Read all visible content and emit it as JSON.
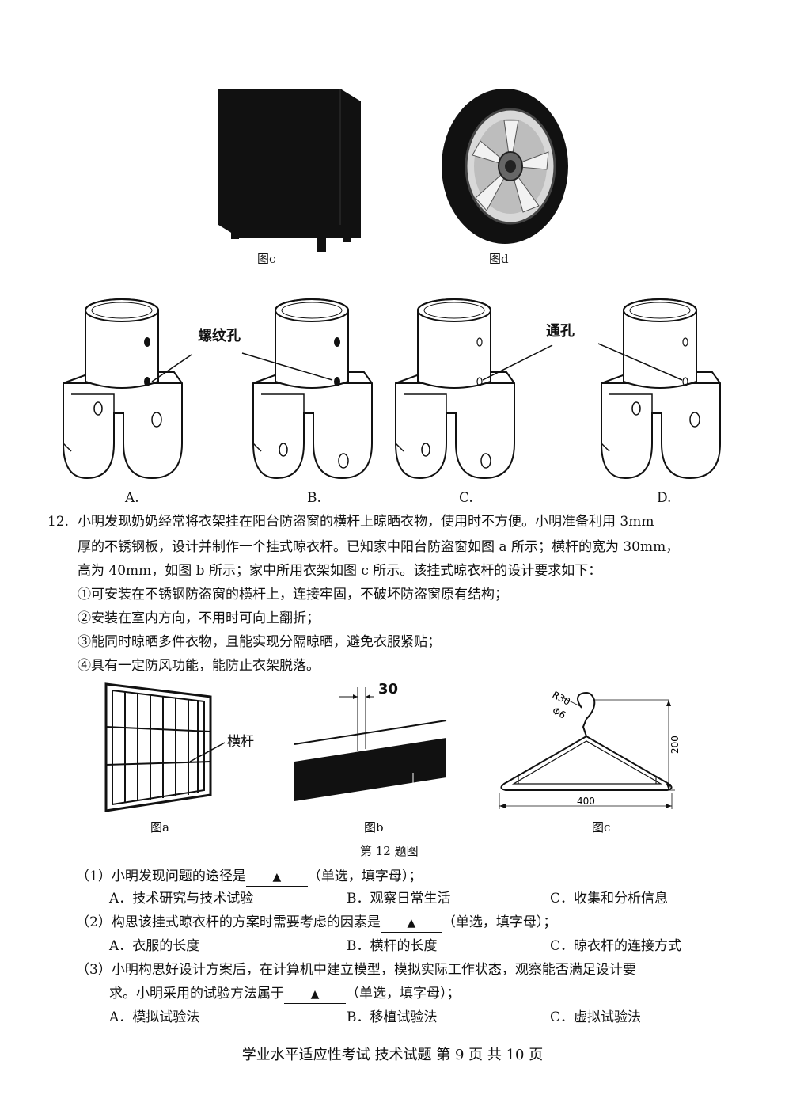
{
  "top_figures": {
    "fig_c_caption": "图c",
    "fig_d_caption": "图d"
  },
  "options_figure": {
    "label_thread_hole": "螺纹孔",
    "label_through_hole": "通孔",
    "option_labels": [
      "A.",
      "B.",
      "C.",
      "D."
    ]
  },
  "question12": {
    "number": "12.",
    "stem_lines": [
      "小明发现奶奶经常将衣架挂在阳台防盗窗的横杆上晾晒衣物，使用时不方便。小明准备利用 3mm",
      "厚的不锈钢板，设计并制作一个挂式晾衣杆。已知家中阳台防盗窗如图 a 所示；横杆的宽为 30mm，",
      "高为 40mm，如图 b 所示；家中所用衣架如图 c 所示。该挂式晾衣杆的设计要求如下："
    ],
    "requirements": [
      "①可安装在不锈钢防盗窗的横杆上，连接牢固，不破坏防盗窗原有结构；",
      "②安装在室内方向，不用时可向上翻折；",
      "③能同时晾晒多件衣物，且能实现分隔晾晒，避免衣服紧贴；",
      "④具有一定防风功能，能防止衣架脱落。"
    ],
    "figures": {
      "fig_a_caption": "图a",
      "fig_a_label": "横杆",
      "fig_b_caption": "图b",
      "fig_b_dim": "30",
      "fig_c_caption": "图c",
      "fig_c_r30": "R30",
      "fig_c_phi6": "Φ6",
      "fig_c_200": "200",
      "fig_c_400": "400",
      "figure_title": "第 12 题图"
    },
    "subquestions": [
      {
        "prefix": "（1）小明发现问题的途径是",
        "blank": "▲",
        "suffix": "（单选，填字母）；",
        "options": [
          "A．技术研究与技术试验",
          "B．观察日常生活",
          "C．收集和分析信息"
        ]
      },
      {
        "prefix": "（2）构思该挂式晾衣杆的方案时需要考虑的因素是",
        "blank": "▲",
        "suffix": "（单选，填字母）；",
        "options": [
          "A．衣服的长度",
          "B．横杆的长度",
          "C．晾衣杆的连接方式"
        ]
      },
      {
        "line1": "（3）小明构思好设计方案后，在计算机中建立模型，模拟实际工作状态，观察能否满足设计要",
        "prefix": "求。小明采用的试验方法属于",
        "blank": "▲",
        "suffix": "（单选，填字母）；",
        "options": [
          "A．模拟试验法",
          "B．移植试验法",
          "C．虚拟试验法"
        ]
      }
    ]
  },
  "footer": "学业水平适应性考试 技术试题 第 9 页 共 10 页"
}
